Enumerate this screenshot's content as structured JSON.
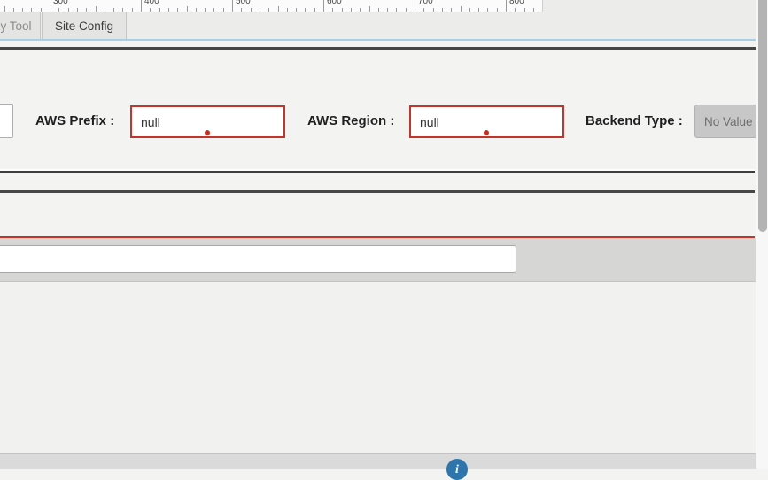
{
  "ruler": {
    "unit_labels": [
      "300",
      "400",
      "500",
      "600",
      "700",
      "800"
    ]
  },
  "tabs": {
    "items": [
      {
        "label": "y Tool"
      },
      {
        "label": "Site Config"
      }
    ]
  },
  "form": {
    "aws_prefix": {
      "label": "AWS Prefix :",
      "value": "null"
    },
    "aws_region": {
      "label": "AWS Region :",
      "value": "null"
    },
    "backend_type": {
      "label": "Backend Type :",
      "value": "No Value"
    }
  },
  "inputs": {
    "wide_input_value": ""
  },
  "icons": {
    "info_icon_glyph": "i"
  },
  "colors": {
    "error_red": "#c5342b",
    "error_dot_red": "#cc2b20",
    "tab_underline_blue": "#a9cfe6",
    "info_blue": "#2d76ad"
  }
}
